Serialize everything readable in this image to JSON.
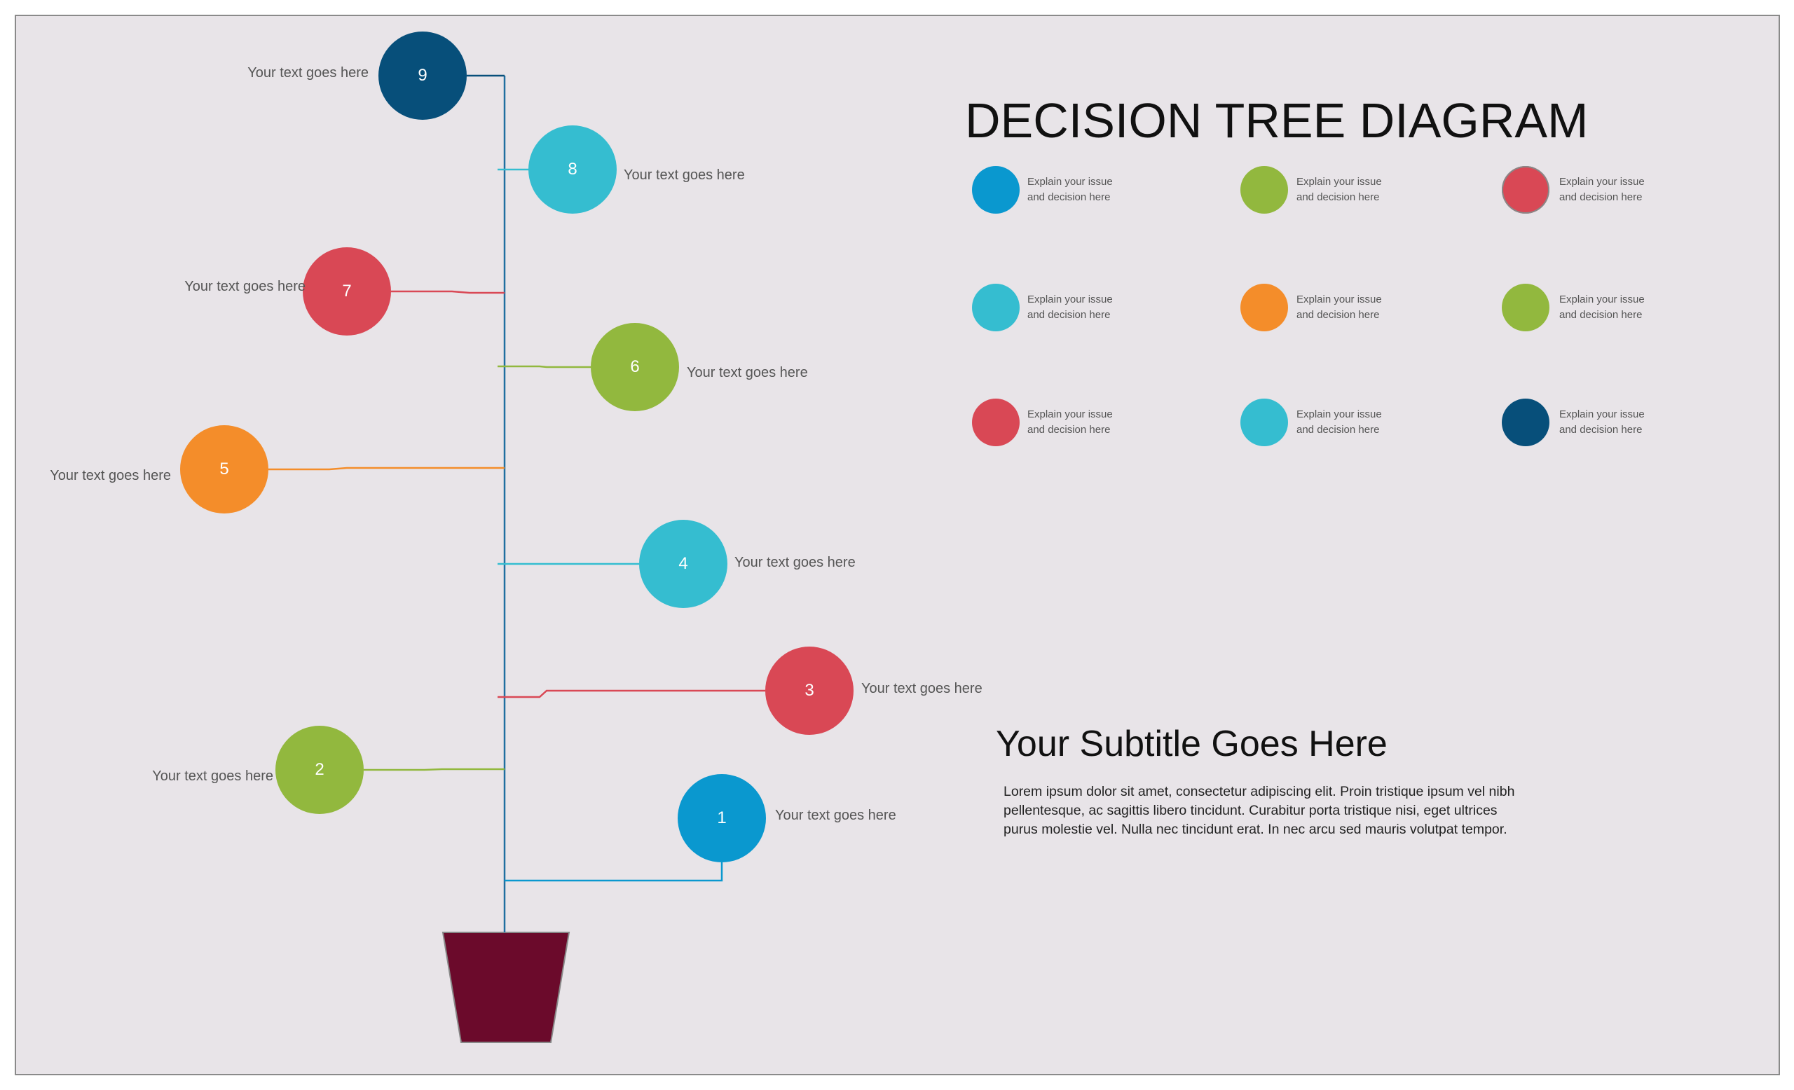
{
  "title": "DECISION TREE DIAGRAM",
  "subtitle": "Your Subtitle Goes Here",
  "paragraph": "Lorem ipsum dolor sit amet, consectetur adipiscing elit. Proin tristique ipsum vel nibh pellentesque, ac sagittis libero tincidunt. Curabitur porta tristique nisi, eget ultrices purus molestie vel. Nulla nec tincidunt erat. In nec arcu sed mauris volutpat tempor.",
  "colors": {
    "trunk": "#1f6fa0",
    "pot": "#6b0a2b",
    "background": "#e8e4e8"
  },
  "nodes": [
    {
      "number": "1",
      "label": "Your text goes here",
      "color": "#0a98cf",
      "side": "right"
    },
    {
      "number": "2",
      "label": "Your text goes here",
      "color": "#92b83e",
      "side": "left"
    },
    {
      "number": "3",
      "label": "Your text goes here",
      "color": "#d94855",
      "side": "right"
    },
    {
      "number": "4",
      "label": "Your text goes here",
      "color": "#35bdd0",
      "side": "right"
    },
    {
      "number": "5",
      "label": "Your text goes here",
      "color": "#f48d2a",
      "side": "left"
    },
    {
      "number": "6",
      "label": "Your text goes here",
      "color": "#92b83e",
      "side": "right"
    },
    {
      "number": "7",
      "label": "Your text goes here",
      "color": "#d94855",
      "side": "left"
    },
    {
      "number": "8",
      "label": "Your text goes here",
      "color": "#35bdd0",
      "side": "right"
    },
    {
      "number": "9",
      "label": "Your text goes here",
      "color": "#074f7a",
      "side": "left"
    }
  ],
  "legend": [
    {
      "line1": "Explain your issue",
      "line2": "and decision here",
      "color": "#0a98cf"
    },
    {
      "line1": "Explain your issue",
      "line2": "and decision here",
      "color": "#92b83e"
    },
    {
      "line1": "Explain your issue",
      "line2": "and decision here",
      "color": "#d94855"
    },
    {
      "line1": "Explain your issue",
      "line2": "and decision here",
      "color": "#35bdd0"
    },
    {
      "line1": "Explain your issue",
      "line2": "and decision here",
      "color": "#f48d2a"
    },
    {
      "line1": "Explain your issue",
      "line2": "and decision here",
      "color": "#92b83e"
    },
    {
      "line1": "Explain your issue",
      "line2": "and decision here",
      "color": "#d94855"
    },
    {
      "line1": "Explain your issue",
      "line2": "and decision here",
      "color": "#35bdd0"
    },
    {
      "line1": "Explain your issue",
      "line2": "and decision here",
      "color": "#074f7a"
    }
  ]
}
